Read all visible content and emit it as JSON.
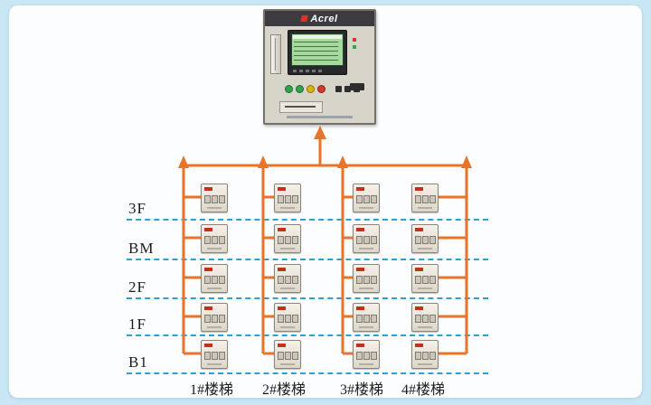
{
  "brand": {
    "logo_text": "Acrel"
  },
  "colors": {
    "background": "#c9e6f5",
    "panel": "#fcfdfe",
    "accent_orange": "#e8742a",
    "dashed_blue": "#2ba0d8",
    "cabinet_body": "#d7d4ca",
    "cabinet_header": "#3b3b40",
    "lcd_green": "#a6d8a0",
    "device_box": "#f4f1ea",
    "label_text": "#1c1c1c"
  },
  "floors": [
    {
      "label": "3F"
    },
    {
      "label": "BM"
    },
    {
      "label": "2F"
    },
    {
      "label": "1F"
    },
    {
      "label": "B1"
    }
  ],
  "stairs": [
    {
      "label": "1#楼梯"
    },
    {
      "label": "2#楼梯"
    },
    {
      "label": "3#楼梯"
    },
    {
      "label": "4#楼梯"
    }
  ]
}
